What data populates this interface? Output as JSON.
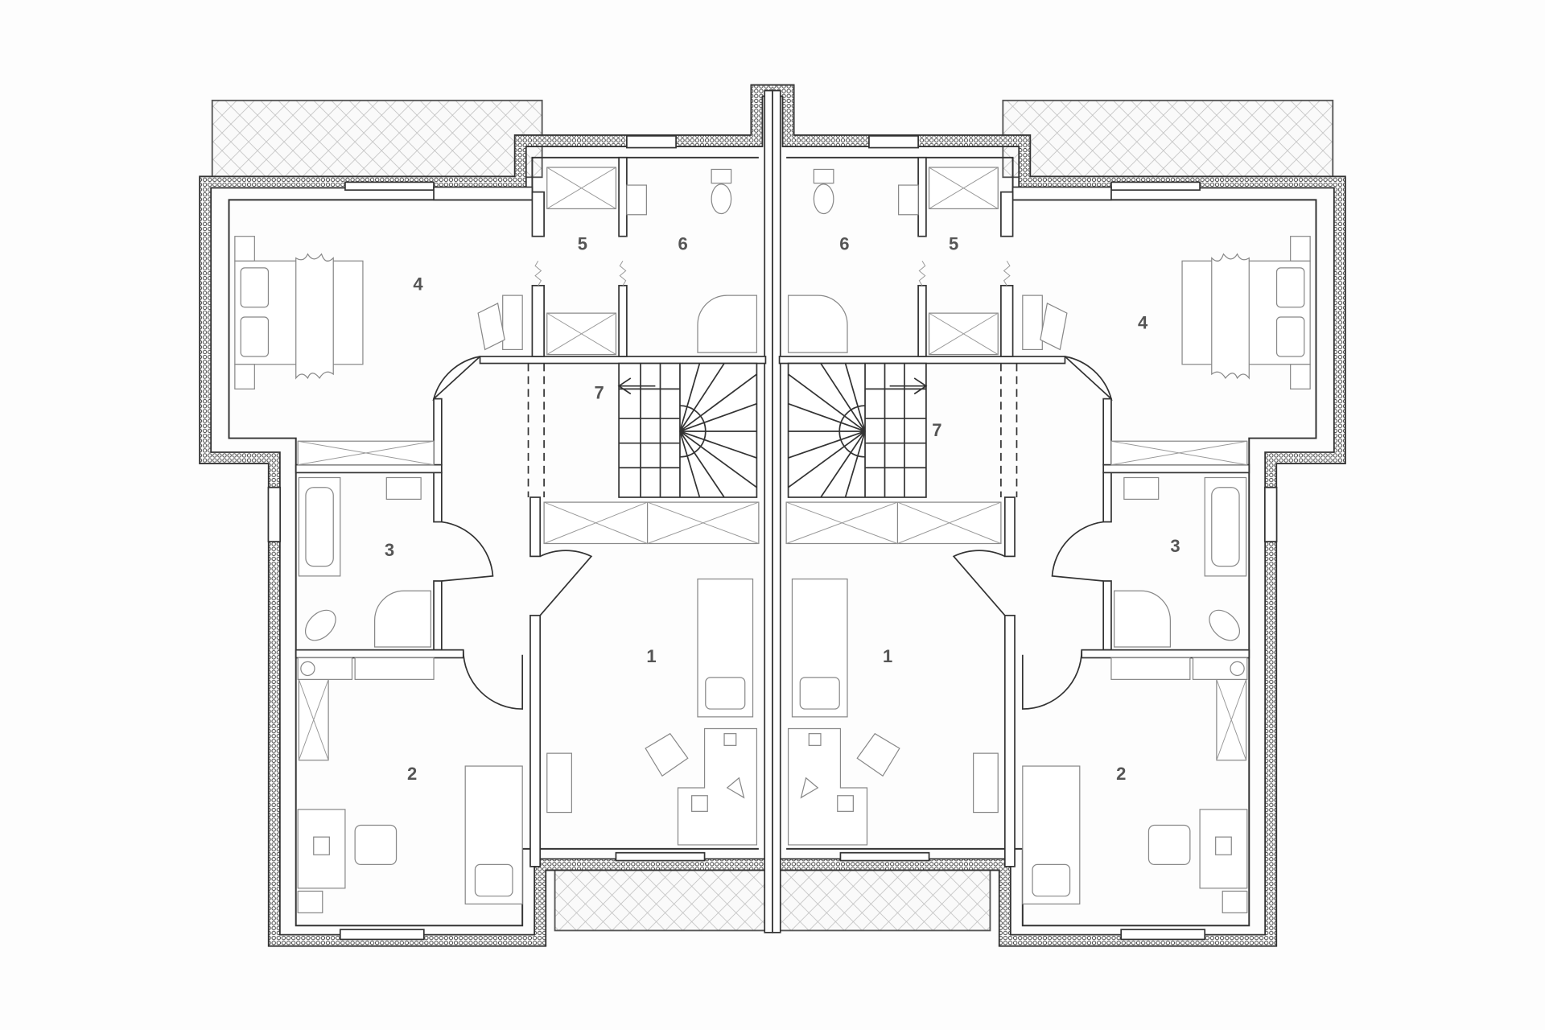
{
  "plan": {
    "left_unit": {
      "rooms": [
        {
          "label": "1"
        },
        {
          "label": "2"
        },
        {
          "label": "3"
        },
        {
          "label": "4"
        },
        {
          "label": "5"
        },
        {
          "label": "6"
        },
        {
          "label": "7"
        }
      ]
    },
    "right_unit": {
      "rooms": [
        {
          "label": "1"
        },
        {
          "label": "2"
        },
        {
          "label": "3"
        },
        {
          "label": "4"
        },
        {
          "label": "5"
        },
        {
          "label": "6"
        },
        {
          "label": "7"
        }
      ]
    }
  }
}
